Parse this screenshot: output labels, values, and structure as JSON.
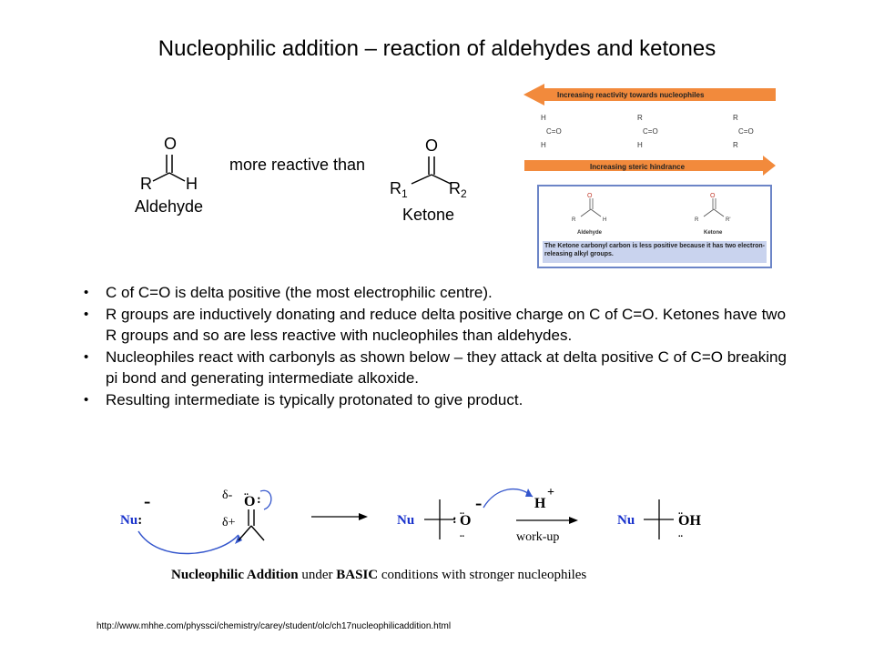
{
  "title": "Nucleophilic addition – reaction of aldehydes and ketones",
  "aldehyde": {
    "o": "O",
    "r": "R",
    "h": "H",
    "label": "Aldehyde"
  },
  "comparison": "more reactive than",
  "ketone": {
    "o": "O",
    "r1": "R",
    "r1_sub": "1",
    "r2": "R",
    "r2_sub": "2",
    "label": "Ketone"
  },
  "reactivity_panel": {
    "arrow_top": "Increasing reactivity towards nucleophiles",
    "arrow_bottom": "Increasing steric hindrance",
    "structures": [
      {
        "top": "H",
        "mid": "C=O",
        "bottom": "H"
      },
      {
        "top": "R",
        "mid": "C=O",
        "bottom": "H"
      },
      {
        "top": "R",
        "mid": "C=O",
        "bottom": "R"
      }
    ],
    "box_labels": [
      "Aldehyde",
      "Ketone"
    ],
    "note": "The Ketone carbonyl carbon is less positive because it has two electron-releasing alkyl groups.",
    "arrow_color": "#f28a3c",
    "box_color": "#6c85c7"
  },
  "bullets": [
    "C of C=O is delta positive (the most electrophilic centre).",
    "R groups are inductively donating and reduce delta positive charge on C of C=O.  Ketones have two R groups and so are less reactive with nucleophiles than aldehydes.",
    "Nucleophiles react with carbonyls as shown below – they attack at delta positive C of C=O breaking pi bond and generating intermediate alkoxide.",
    "Resulting intermediate is typically protonated to give product."
  ],
  "mechanism": {
    "nu": "Nu",
    "minus": "-",
    "delta_minus": "δ-",
    "delta_plus": "δ+",
    "o_atom": "O",
    "h_plus": "H",
    "plus": "+",
    "workup": "work-up",
    "oh": "OH",
    "arrow_color": "#3355cc",
    "nu_color": "#1a33cc"
  },
  "caption": {
    "bold1": "Nucleophilic Addition",
    "normal1": " under ",
    "bold2": "BASIC",
    "normal2": " conditions with stronger nucleophiles"
  },
  "url": "http://www.mhhe.com/physsci/chemistry/carey/student/olc/ch17nucleophilicaddition.html"
}
